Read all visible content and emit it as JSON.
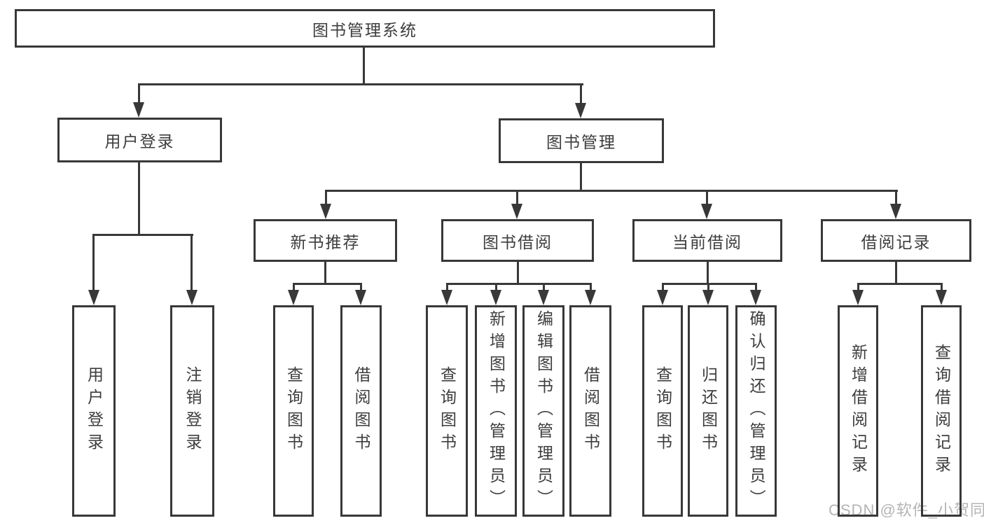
{
  "diagram": {
    "root_label": "图书管理系统",
    "nodes": {
      "user_login": "用户登录",
      "book_management": "图书管理",
      "new_book_recommend": "新书推荐",
      "book_borrow": "图书借阅",
      "current_borrow": "当前借阅",
      "borrow_records": "借阅记录"
    },
    "children": {
      "user_login": [
        "用户登录",
        "注销登录"
      ],
      "new_book_recommend": [
        "查询图书",
        "借阅图书"
      ],
      "book_borrow": [
        "查询图书",
        "新增图书（管理员）",
        "编辑图书（管理员）",
        "借阅图书"
      ],
      "current_borrow": [
        "查询图书",
        "归还图书",
        "确认归还（管理员）"
      ],
      "borrow_records": [
        "新增借阅记录",
        "查询借阅记录"
      ]
    }
  },
  "watermark": {
    "text": "CSDN @软件_小贺同学"
  },
  "colors": {
    "line": "#383838",
    "text": "#3d3d3d",
    "box_background": "#ffffff",
    "page_background": "#ffffff",
    "watermark": "#b4b4b4"
  }
}
